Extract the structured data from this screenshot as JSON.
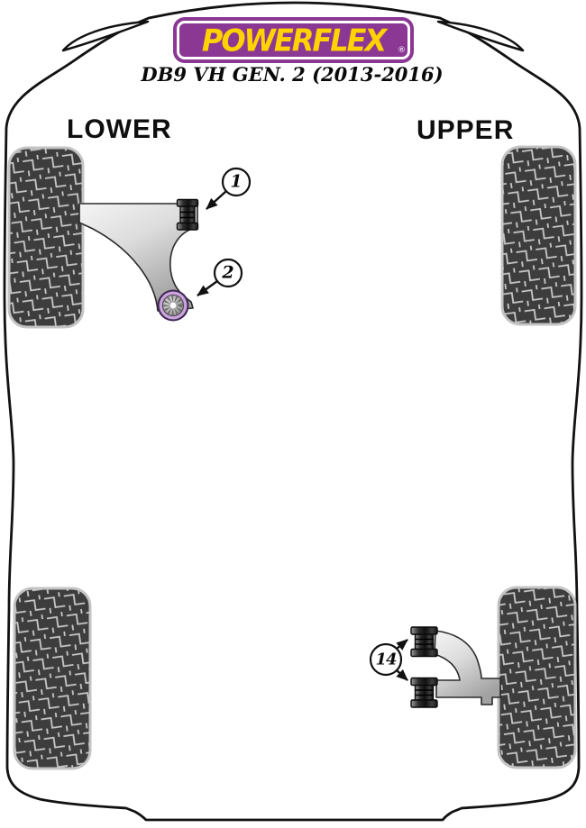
{
  "brand": {
    "name": "POWERFLEX",
    "registered": "®",
    "model": "DB9 VH GEN. 2 (2013-2016)"
  },
  "section_labels": {
    "lower": "LOWER",
    "upper": "UPPER"
  },
  "callouts": {
    "front_lower_arm_front_bushing": "1",
    "front_lower_arm_rear_bushing": "2",
    "rear_upper_arm_bushings": "14"
  },
  "colors": {
    "brand_purple": "#8B3794",
    "brand_yellow": "#FFD200",
    "outline_black": "#111111",
    "tire_dark": "#3D3D3D",
    "tire_tread_light": "#C9C9C9",
    "tire_border": "#C4C4C4",
    "arm_metal_light": "#F5F5F5",
    "arm_metal_dark": "#A2A2A2",
    "bushing_purple": "#B48CC8",
    "bushing_purple_dark": "#3F2751"
  }
}
